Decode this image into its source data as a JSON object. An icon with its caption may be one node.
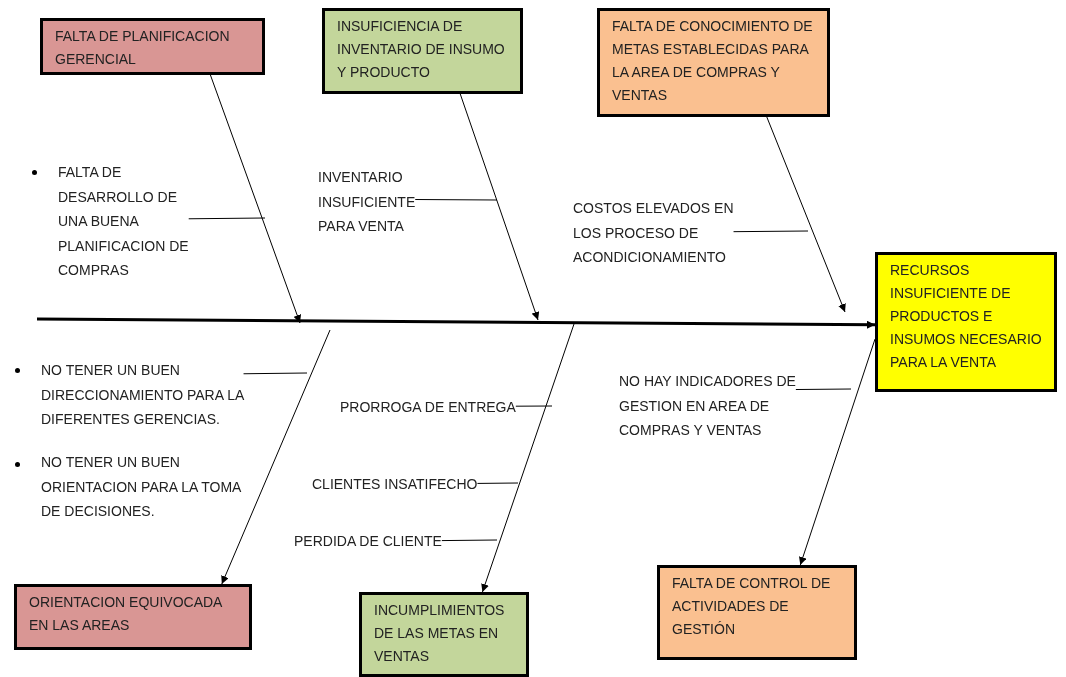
{
  "diagram": {
    "nodes": [
      {
        "text": [
          "FALTA DE PLANIFICACION GERENCIAL"
        ]
      },
      {
        "text": [
          "INSUFICIENCIA DE INVENTARIO DE INSUMO Y PRODUCTO"
        ]
      },
      {
        "text": [
          "FALTA DE CONOCIMIENTO DE METAS ESTABLECIDAS PARA LA AREA DE COMPRAS Y VENTAS"
        ]
      },
      {
        "text": [
          "RECURSOS INSUFICIENTE DE PRODUCTOS E INSUMOS NECESARIO PARA LA VENTA"
        ]
      },
      {
        "text": [
          "ORIENTACION EQUIVOCADA EN LAS AREAS"
        ]
      },
      {
        "text": [
          "INCUMPLIMIENTOS DE LAS METAS EN VENTAS"
        ]
      },
      {
        "text": [
          "FALTA DE CONTROL DE ACTIVIDADES DE GESTIÓN"
        ]
      },
      {
        "text": [
          "FALTA DE DESARROLLO DE UNA BUENA PLANIFICACION DE COMPRAS"
        ]
      },
      {
        "text": [
          "INVENTARIO INSUFICIENTE PARA VENTA"
        ]
      },
      {
        "text": [
          "COSTOS ELEVADOS EN LOS PROCESO DE ACONDICIONAMIENTO"
        ]
      },
      {
        "text": [
          "NO TENER UN BUEN DIRECCIONAMIENTO PARA LA DIFERENTES GERENCIAS."
        ]
      },
      {
        "text": [
          "PRORROGA DE ENTREGA"
        ]
      },
      {
        "text": [
          "CLIENTES INSATIFECHO"
        ]
      },
      {
        "text": [
          "PERDIDA DE CLIENTE"
        ]
      },
      {
        "text": [
          "NO HAY INDICADORES DE GESTION EN AREA DE COMPRAS Y VENTAS"
        ]
      }
    ],
    "edges": [
      {
        "from": null,
        "to": 3,
        "arrow": "to",
        "style": "thick"
      },
      {
        "from": 0,
        "to": null,
        "arrow": "to"
      },
      {
        "from": 1,
        "to": null,
        "arrow": "to"
      },
      {
        "from": 2,
        "to": null,
        "arrow": "to"
      },
      {
        "from": null,
        "to": 4,
        "arrow": "to"
      },
      {
        "from": null,
        "to": 5,
        "arrow": "to"
      },
      {
        "from": 3,
        "to": 6,
        "arrow": "to"
      },
      {
        "from": 7,
        "to": null,
        "arrow": "none"
      },
      {
        "from": 8,
        "to": null,
        "arrow": "none"
      },
      {
        "from": 9,
        "to": null,
        "arrow": "none"
      },
      {
        "from": 10,
        "to": null,
        "arrow": "none"
      },
      {
        "from": 11,
        "to": null,
        "arrow": "none"
      },
      {
        "from": 12,
        "to": null,
        "arrow": "none"
      },
      {
        "from": 13,
        "to": null,
        "arrow": "none"
      },
      {
        "from": 14,
        "to": null,
        "arrow": "none"
      }
    ],
    "labels": [
      "NO TENER UN BUEN ORIENTACION PARA LA TOMA DE DECISIONES."
    ]
  }
}
